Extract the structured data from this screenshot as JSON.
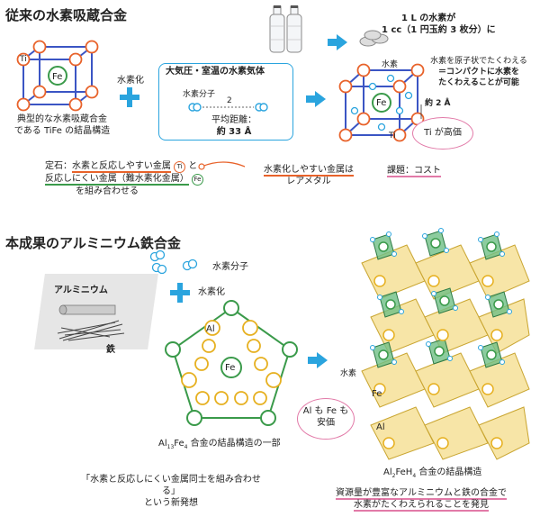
{
  "top": {
    "title": "従来の水素吸蔵合金",
    "tife_label": [
      "典型的な水素吸蔵合金",
      "である TiFe の結晶構造"
    ],
    "atom_ti": "Ti",
    "atom_fe": "Fe",
    "plus_label": "水素化",
    "gas_box_title": "大気圧・室温の水素気体",
    "gas_molecule": "水素分子",
    "gas_distance_num": "2",
    "gas_distance_label": "平均距離：",
    "gas_distance_value": "約 33 Å",
    "bottle_text": [
      "1 L の水素が",
      "1 cc（1 円玉約 3 枚分）に"
    ],
    "hydrogen_label": "水素",
    "compact_text": [
      "水素を原子状でたくわえる",
      "＝コンパクトに水素を",
      "たくわえることが可能"
    ],
    "distance_2a": "約 2 Å",
    "ti_expensive": "Ti が高価",
    "note_line1_prefix": "定石：",
    "note_line1_a": "水素と反応しやすい金属",
    "note_line1_b": "と",
    "note_line2_a": "反応しにくい金属（難水素化金属）",
    "note_line3": "を組み合わせる",
    "rare_metal": [
      "水素化しやすい金属は",
      "レアメタル"
    ],
    "issue": "課題：コスト"
  },
  "bottom": {
    "title": "本成果のアルミニウム鉄合金",
    "molecule_label": "水素分子",
    "plus_label": "水素化",
    "aluminium_label": "アルミニウム",
    "iron_label": "鉄",
    "atom_al": "Al",
    "atom_fe": "Fe",
    "structure_label": "Al13Fe4 合金の結晶構造の一部",
    "structure_label_parts": {
      "a": "Al",
      "s1": "13",
      "b": "Fe",
      "s2": "4",
      "c": " 合金の結晶構造の一部"
    },
    "idea": [
      "「水素と反応しにくい金属同士を組み合わせる」",
      "という新発想"
    ],
    "hydrogen_label": "水素",
    "cheap_callout": [
      "Al も Fe も",
      "安価"
    ],
    "hydride_label_parts": {
      "a": "Al",
      "s1": "2",
      "b": "FeH",
      "s2": "4",
      "c": " 合金の結晶構造"
    },
    "result": [
      "資源量が豊富なアルミニウムと鉄の合金で",
      "水素がたくわえられることを発見"
    ]
  },
  "colors": {
    "accent_blue": "#2aa4de",
    "ti_orange": "#e8622a",
    "fe_green": "#3a9a4a",
    "al_yellow": "#e6b020",
    "pink": "#e27aa8",
    "cube_blue": "#3b55c4"
  }
}
